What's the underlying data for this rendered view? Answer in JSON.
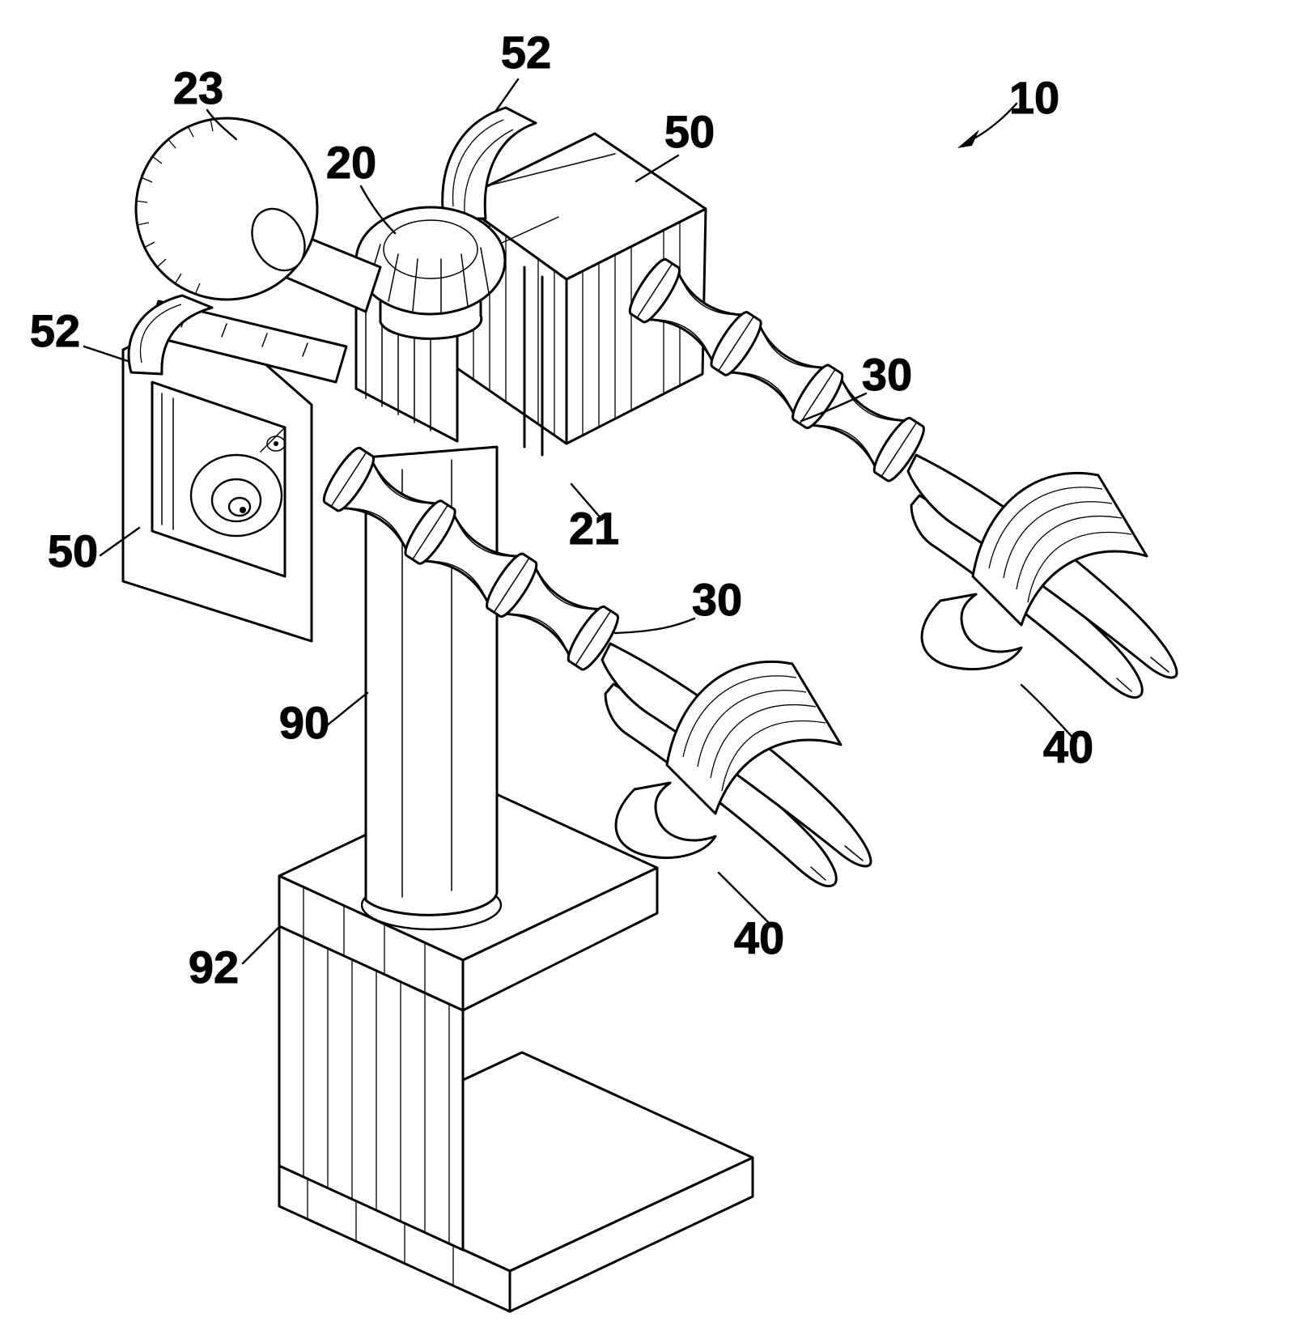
{
  "figure": {
    "background": "#ffffff",
    "line_color": "#000000",
    "labels": {
      "ref23": "23",
      "ref52_top": "52",
      "ref20": "20",
      "ref50_right": "50",
      "ref10": "10",
      "ref52_left": "52",
      "ref30_upper": "30",
      "ref50_left": "50",
      "ref21": "21",
      "ref30_lower": "30",
      "ref90": "90",
      "ref40_right": "40",
      "ref40_lower": "40",
      "ref92": "92"
    }
  }
}
